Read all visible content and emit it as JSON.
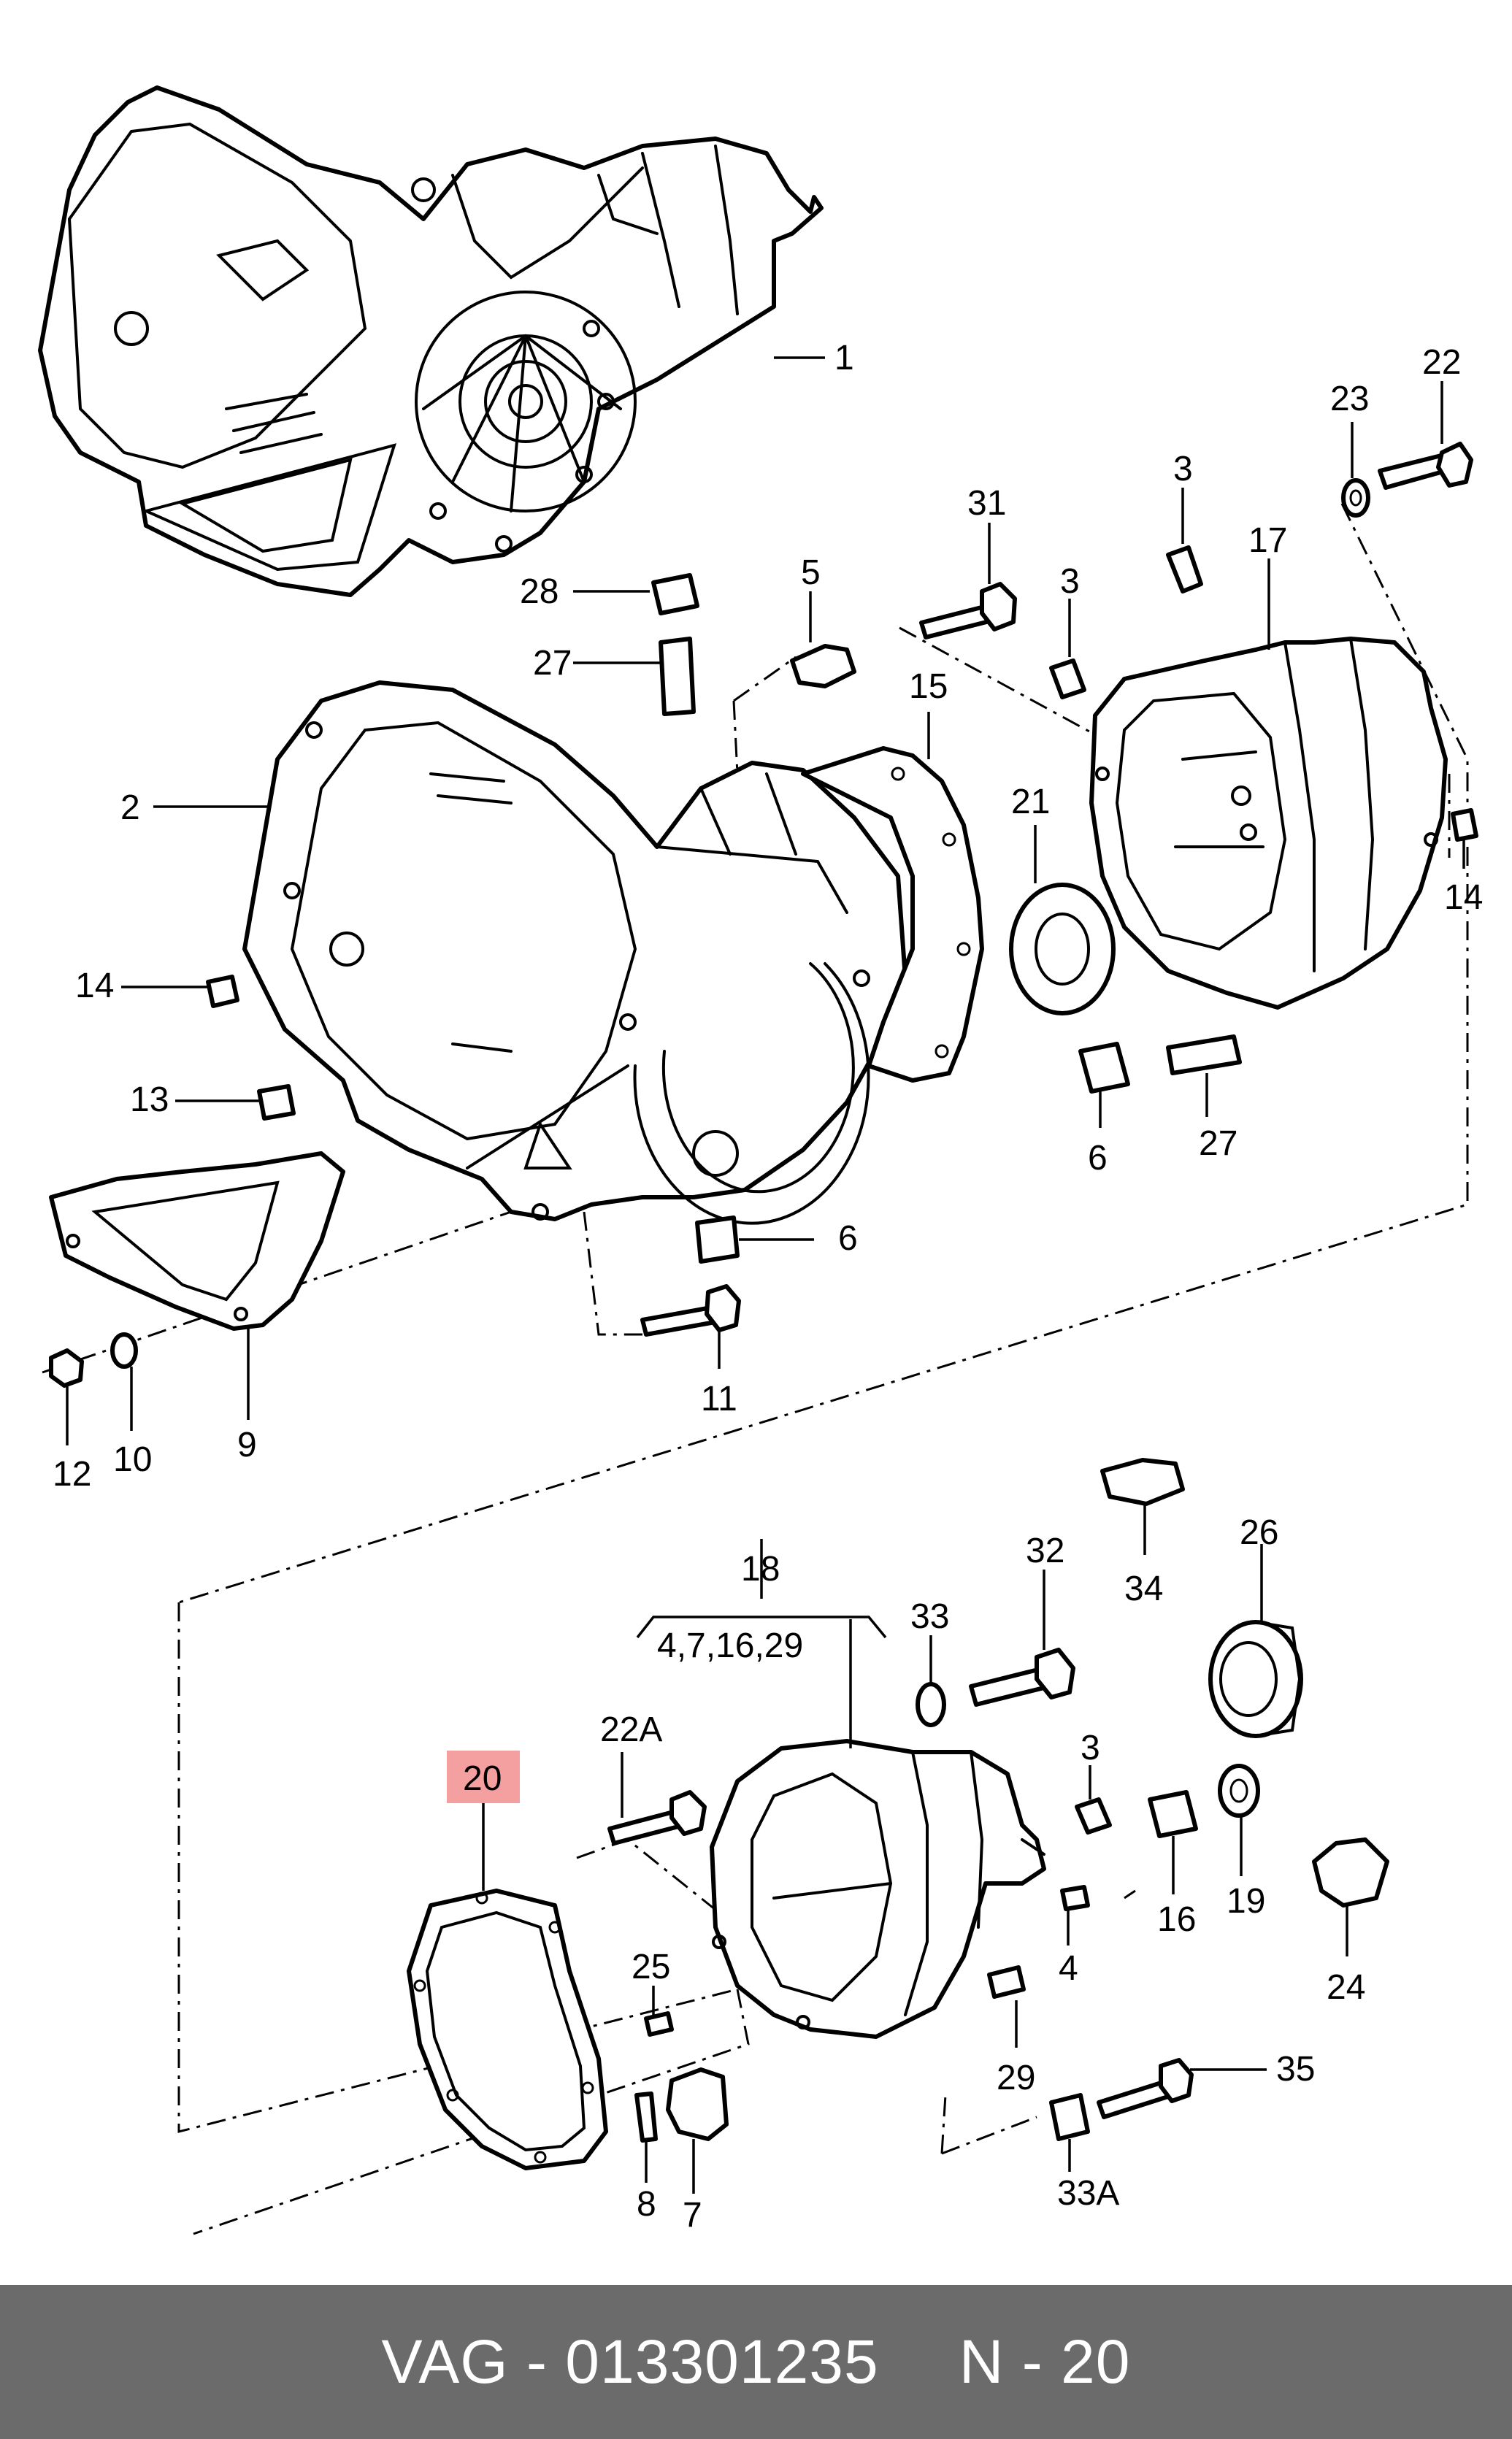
{
  "colors": {
    "footer_bg": "#6b6b6b",
    "footer_text": "#ffffff",
    "highlight": "#f4a0a0",
    "line": "#000000"
  },
  "footer": {
    "part_number": "VAG - 013301235",
    "item_ref": "N - 20"
  },
  "callouts": [
    {
      "id": "c1",
      "text": "1"
    },
    {
      "id": "c2",
      "text": "2"
    },
    {
      "id": "c3a",
      "text": "3"
    },
    {
      "id": "c3b",
      "text": "3"
    },
    {
      "id": "c3c",
      "text": "3"
    },
    {
      "id": "c4",
      "text": "4"
    },
    {
      "id": "c5",
      "text": "5"
    },
    {
      "id": "c6a",
      "text": "6"
    },
    {
      "id": "c6b",
      "text": "6"
    },
    {
      "id": "c7",
      "text": "7"
    },
    {
      "id": "c8",
      "text": "8"
    },
    {
      "id": "c9",
      "text": "9"
    },
    {
      "id": "c10",
      "text": "10"
    },
    {
      "id": "c11",
      "text": "11"
    },
    {
      "id": "c12",
      "text": "12"
    },
    {
      "id": "c13",
      "text": "13"
    },
    {
      "id": "c14a",
      "text": "14"
    },
    {
      "id": "c14b",
      "text": "14"
    },
    {
      "id": "c15",
      "text": "15"
    },
    {
      "id": "c16",
      "text": "16"
    },
    {
      "id": "c17",
      "text": "17"
    },
    {
      "id": "c18",
      "text": "18"
    },
    {
      "id": "c18sub",
      "text": "4,7,16,29"
    },
    {
      "id": "c19",
      "text": "19"
    },
    {
      "id": "c20",
      "text": "20",
      "highlighted": true
    },
    {
      "id": "c21",
      "text": "21"
    },
    {
      "id": "c22",
      "text": "22"
    },
    {
      "id": "c22a",
      "text": "22A"
    },
    {
      "id": "c23",
      "text": "23"
    },
    {
      "id": "c24",
      "text": "24"
    },
    {
      "id": "c25",
      "text": "25"
    },
    {
      "id": "c26",
      "text": "26"
    },
    {
      "id": "c27a",
      "text": "27"
    },
    {
      "id": "c27b",
      "text": "27"
    },
    {
      "id": "c28",
      "text": "28"
    },
    {
      "id": "c29",
      "text": "29"
    },
    {
      "id": "c31",
      "text": "31"
    },
    {
      "id": "c32",
      "text": "32"
    },
    {
      "id": "c33",
      "text": "33"
    },
    {
      "id": "c33a",
      "text": "33A"
    },
    {
      "id": "c34",
      "text": "34"
    },
    {
      "id": "c35",
      "text": "35"
    }
  ]
}
